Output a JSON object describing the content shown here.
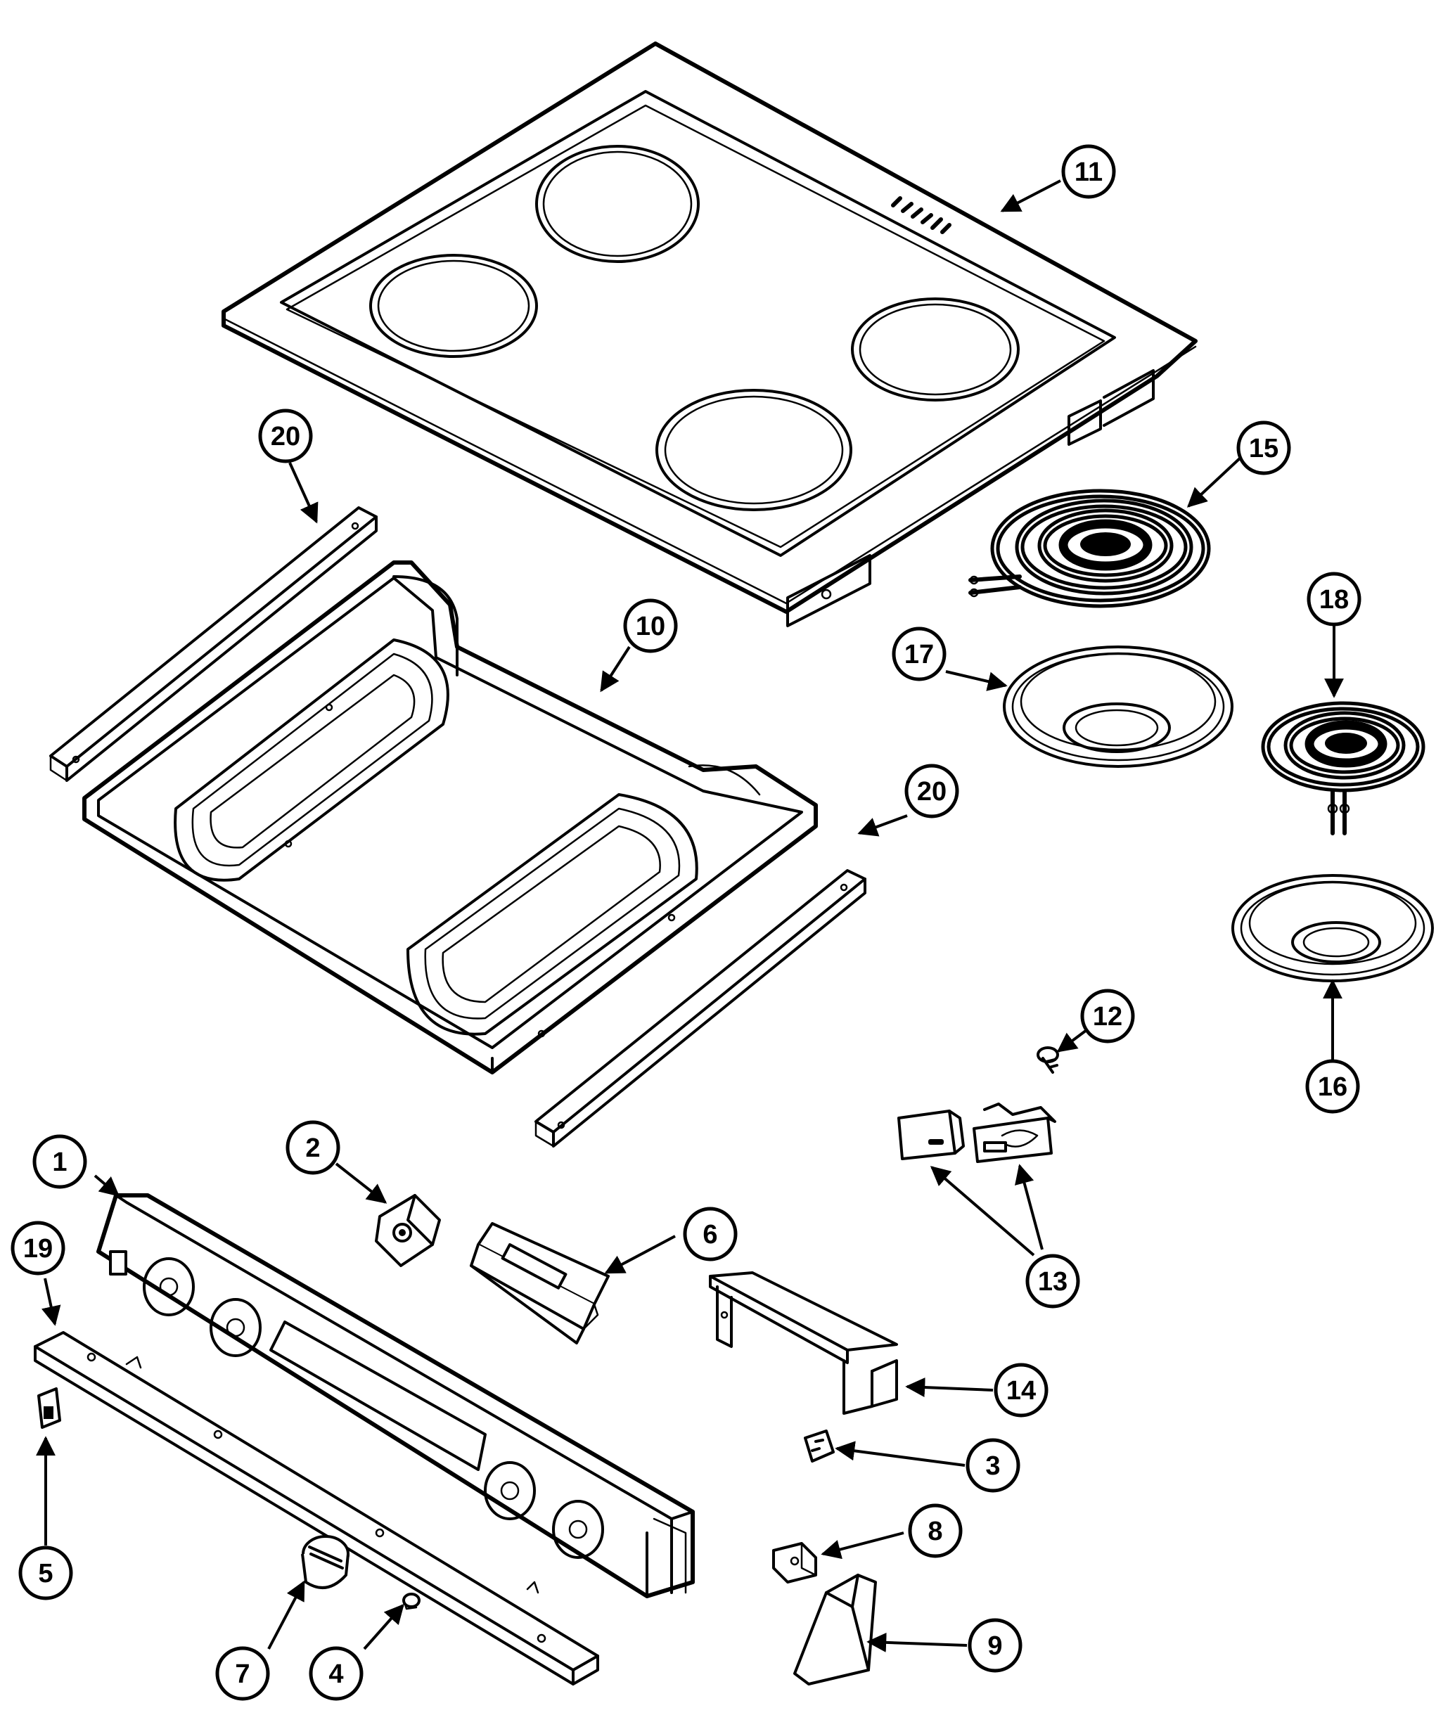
{
  "callouts": [
    {
      "id": "c11",
      "label": "11"
    },
    {
      "id": "c20a",
      "label": "20"
    },
    {
      "id": "c10",
      "label": "10"
    },
    {
      "id": "c15",
      "label": "15"
    },
    {
      "id": "c17",
      "label": "17"
    },
    {
      "id": "c18",
      "label": "18"
    },
    {
      "id": "c20b",
      "label": "20"
    },
    {
      "id": "c16",
      "label": "16"
    },
    {
      "id": "c12",
      "label": "12"
    },
    {
      "id": "c13",
      "label": "13"
    },
    {
      "id": "c1",
      "label": "1"
    },
    {
      "id": "c2",
      "label": "2"
    },
    {
      "id": "c6",
      "label": "6"
    },
    {
      "id": "c19",
      "label": "19"
    },
    {
      "id": "c14",
      "label": "14"
    },
    {
      "id": "c3",
      "label": "3"
    },
    {
      "id": "c5",
      "label": "5"
    },
    {
      "id": "c8",
      "label": "8"
    },
    {
      "id": "c9",
      "label": "9"
    },
    {
      "id": "c7",
      "label": "7"
    },
    {
      "id": "c4",
      "label": "4"
    }
  ]
}
